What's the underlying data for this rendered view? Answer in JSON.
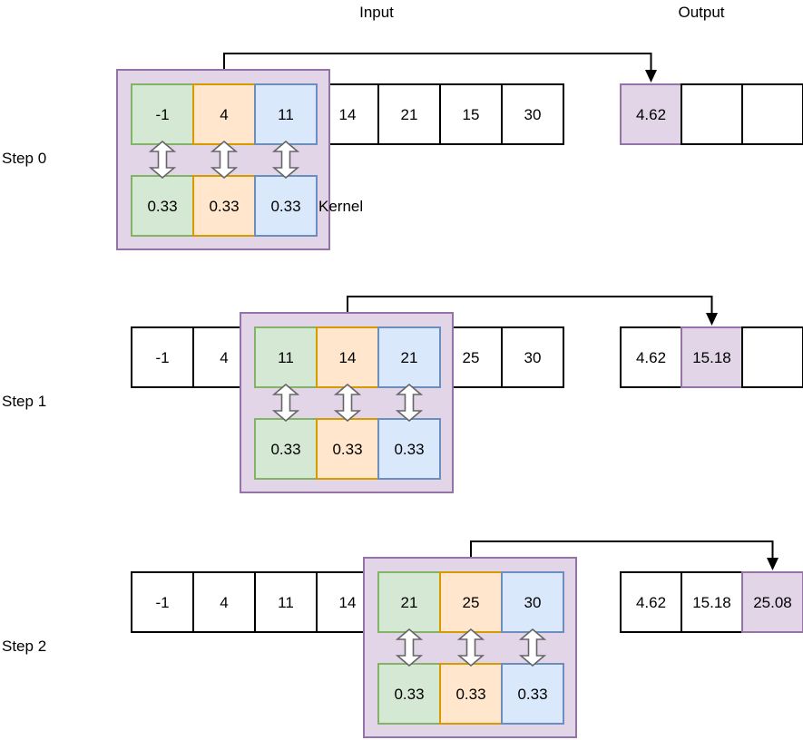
{
  "titles": {
    "input": "Input",
    "output": "Output"
  },
  "kernel_label": "Kernel",
  "kernel_values": [
    "0.33",
    "0.33",
    "0.33"
  ],
  "colors": {
    "background": "#ffffff",
    "text_color": "#000000",
    "plain_cell_fill": "#ffffff",
    "plain_cell_stroke": "#000000",
    "window_box_fill": "#e1d5e7",
    "window_box_stroke": "#9673a6",
    "highlight_fill": "#e1d5e7",
    "highlight_stroke": "#9673a6",
    "cell_colors": [
      {
        "name": "green",
        "fill": "#d5e8d4",
        "stroke": "#82b366"
      },
      {
        "name": "orange",
        "fill": "#ffe6cc",
        "stroke": "#d79b00"
      },
      {
        "name": "blue",
        "fill": "#dae8fc",
        "stroke": "#6c8ebf"
      }
    ],
    "flow_arrow": "#000000",
    "double_arrow_fill": "#ffffff",
    "double_arrow_stroke": "#666666"
  },
  "steps": [
    {
      "label": "Step 0",
      "input_values": [
        "-1",
        "4",
        "11",
        "14",
        "21",
        "15",
        "30"
      ],
      "window_start": 0,
      "output_values": [
        "4.62",
        "",
        ""
      ],
      "highlight_index": 0,
      "show_kernel_label": true
    },
    {
      "label": "Step 1",
      "input_values": [
        "-1",
        "4",
        "11",
        "14",
        "21",
        "25",
        "30"
      ],
      "window_start": 2,
      "output_values": [
        "4.62",
        "15.18",
        ""
      ],
      "highlight_index": 1,
      "show_kernel_label": false
    },
    {
      "label": "Step 2",
      "input_values": [
        "-1",
        "4",
        "11",
        "14",
        "21",
        "25",
        "30"
      ],
      "window_start": 4,
      "output_values": [
        "4.62",
        "15.18",
        "25.08"
      ],
      "highlight_index": 2,
      "show_kernel_label": false
    }
  ]
}
